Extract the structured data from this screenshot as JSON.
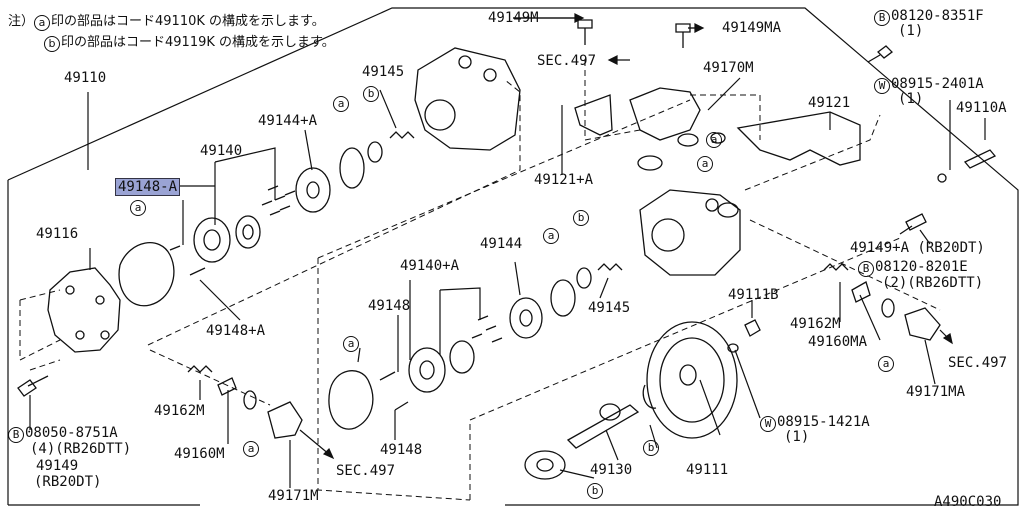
{
  "notes": {
    "line1_prefix": "注）",
    "line1_mark": "a",
    "line1_text": "印の部品はコード49110K の構成を示します。",
    "line2_mark": "b",
    "line2_text": "印の部品はコード49119K の構成を示します。"
  },
  "highlighted_part": "49148-A",
  "labels": {
    "p49110": "49110",
    "p49116": "49116",
    "p49140_top": "49140",
    "p49144a": "49144+A",
    "p49145_top": "49145",
    "p49149m": "49149M",
    "p49149ma": "49149MA",
    "sec497_top": "SEC.497",
    "p49170m": "49170M",
    "p49121": "49121",
    "p49121a": "49121+A",
    "b_bolt_top": "08120-8351F",
    "b_bolt_top_qty": "(1)",
    "w_washer_top": "08915-2401A",
    "w_washer_top_qty": "(1)",
    "p49110a": "49110A",
    "p49149a_rb20": "49149+A (RB20DT)",
    "b_bolt_mid": "08120-8201E",
    "b_bolt_mid_qty": "(2)(RB26DTT)",
    "p49162m_right": "49162M",
    "p49160ma": "49160MA",
    "sec497_right": "SEC.497",
    "p49171ma": "49171MA",
    "p49111b": "49111B",
    "p49140a": "49140+A",
    "p49144": "49144",
    "p49145_mid": "49145",
    "p49148_mid": "49148",
    "p49148a": "49148+A",
    "p49148_low": "49148",
    "p49162m_left": "49162M",
    "p49160m": "49160M",
    "p49171m": "49171M",
    "sec497_bottom": "SEC.497",
    "p49130": "49130",
    "p49111": "49111",
    "w_washer_low": "08915-1421A",
    "w_washer_low_qty": "(1)",
    "b_bolt_left": "08050-8751A",
    "b_bolt_left_qty": "(4)(RB26DTT)",
    "p49149_rb20": "49149",
    "p49149_rb20_note": "(RB20DT)",
    "diagram_code": "A490C030"
  },
  "marks": {
    "a": "a",
    "b": "b",
    "B": "B",
    "W": "W"
  }
}
